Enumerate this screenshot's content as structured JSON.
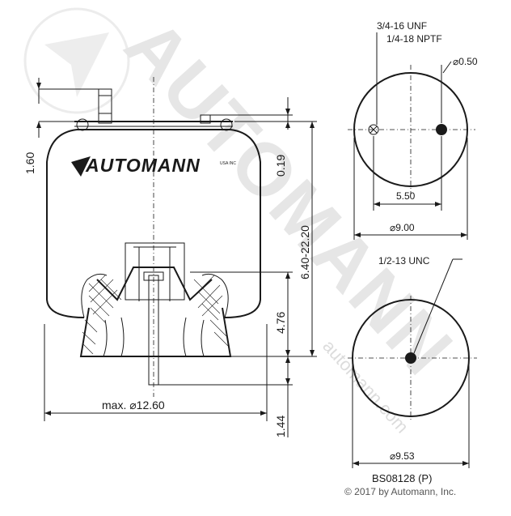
{
  "watermark": {
    "brand": "AUTOMANN",
    "site": "automann.com"
  },
  "logo": {
    "brand": "AUTOMANN",
    "suffix": "USA INC"
  },
  "dimensions": {
    "top_offset": "1.60",
    "stud_gap": "0.19",
    "height_range": "6.40-22.20",
    "piston_height": "4.76",
    "bottom_stud": "1.44",
    "max_diameter": "max. ⌀12.60"
  },
  "top_view": {
    "thread_1": "3/4-16 UNF",
    "thread_2": "1/4-18 NPTF",
    "hole_diameter": "⌀0.50",
    "hole_spacing": "5.50",
    "plate_diameter": "⌀9.00"
  },
  "bottom_view": {
    "thread": "1/2-13 UNC",
    "plate_diameter": "⌀9.53"
  },
  "part_number": "BS08128 (P)",
  "copyright": "© 2017 by Automann, Inc."
}
